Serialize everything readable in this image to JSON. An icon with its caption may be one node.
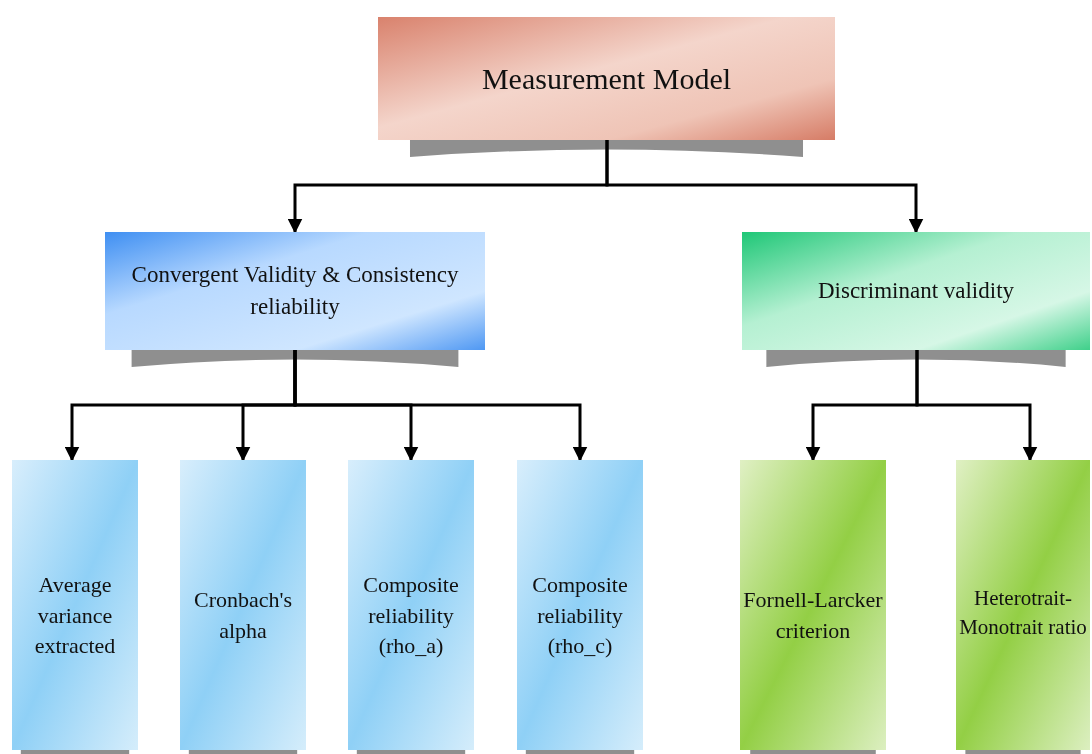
{
  "diagram": {
    "nodes": [
      {
        "text": [
          "Measurement Model"
        ]
      },
      {
        "text": [
          "Convergent Validity & Consistency reliability"
        ]
      },
      {
        "text": [
          "Discriminant validity"
        ]
      },
      {
        "text": [
          "Average variance extracted"
        ]
      },
      {
        "text": [
          "Cronbach's alpha"
        ]
      },
      {
        "text": [
          "Composite reliability (rho_a)"
        ]
      },
      {
        "text": [
          "Composite reliability (rho_c)"
        ]
      },
      {
        "text": [
          "Fornell-Larcker criterion"
        ]
      },
      {
        "text": [
          "Heterotrait-Monotrait ratio"
        ]
      }
    ],
    "edges": [
      {
        "from": 0,
        "to": 1,
        "arrow": "to"
      },
      {
        "from": 0,
        "to": 2,
        "arrow": "to"
      },
      {
        "from": 1,
        "to": 3,
        "arrow": "to"
      },
      {
        "from": 1,
        "to": 4,
        "arrow": "to"
      },
      {
        "from": 1,
        "to": 5,
        "arrow": "to"
      },
      {
        "from": 1,
        "to": 6,
        "arrow": "to"
      },
      {
        "from": 2,
        "to": 7,
        "arrow": "to"
      },
      {
        "from": 2,
        "to": 8,
        "arrow": "to"
      }
    ]
  }
}
